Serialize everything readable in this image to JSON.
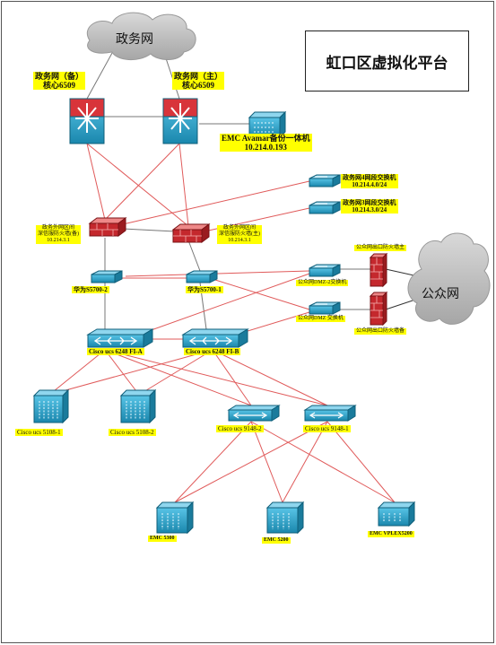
{
  "title": "虹口区虚拟化平台",
  "clouds": {
    "gov": "政务网",
    "public": "公众网"
  },
  "nodes": {
    "core_backup": [
      "政务网（备）",
      "核心6509"
    ],
    "core_main": [
      "政务网（主）",
      "核心6509"
    ],
    "emc_avamar": [
      "EMC Avamar备份一体机",
      "10.214.0.193"
    ],
    "sw_gov4": [
      "政务网4网段交换机",
      "10.214.4.0/24"
    ],
    "sw_gov3": [
      "政务网3网段交换机",
      "10.214.3.0/24"
    ],
    "fw_backup": [
      "政务外网区间",
      "深信服防火墙(备)",
      "10.214.3.1"
    ],
    "fw_main": [
      "政务外网区间",
      "深信服防火墙(主)",
      "10.214.3.1"
    ],
    "fw_pub_main": "公众网出口防火墙主",
    "fw_pub_backup": "公众网出口防火墙备",
    "sw_dmz2": "公众网DMZ-2交换机",
    "sw_dmz": "公众网DMZ 交换机",
    "hw2": "华为S5700-2",
    "hw1": "华为S5700-1",
    "fi_a": "Cisco ucs 6248 FI-A",
    "fi_b": "Cisco ucs 6248 FI-B",
    "ucs1": "Cisco ucs 5108-1",
    "ucs2": "Cisco ucs 5108-2",
    "n9148_2": "Cisco ucs 9148-2",
    "n9148_1": "Cisco ucs 9148-1",
    "emc5300": "EMC 5300",
    "emc5200": "EMC 5200",
    "vplex": "EMC VPLEX5200"
  },
  "colors": {
    "red_link": "#e05a5a",
    "gray_link": "#777777",
    "label_bg": "#ffff00",
    "device_blue": "#2aa3c9",
    "firewall_red": "#c4282d",
    "cloud": "#b5b5b5"
  }
}
